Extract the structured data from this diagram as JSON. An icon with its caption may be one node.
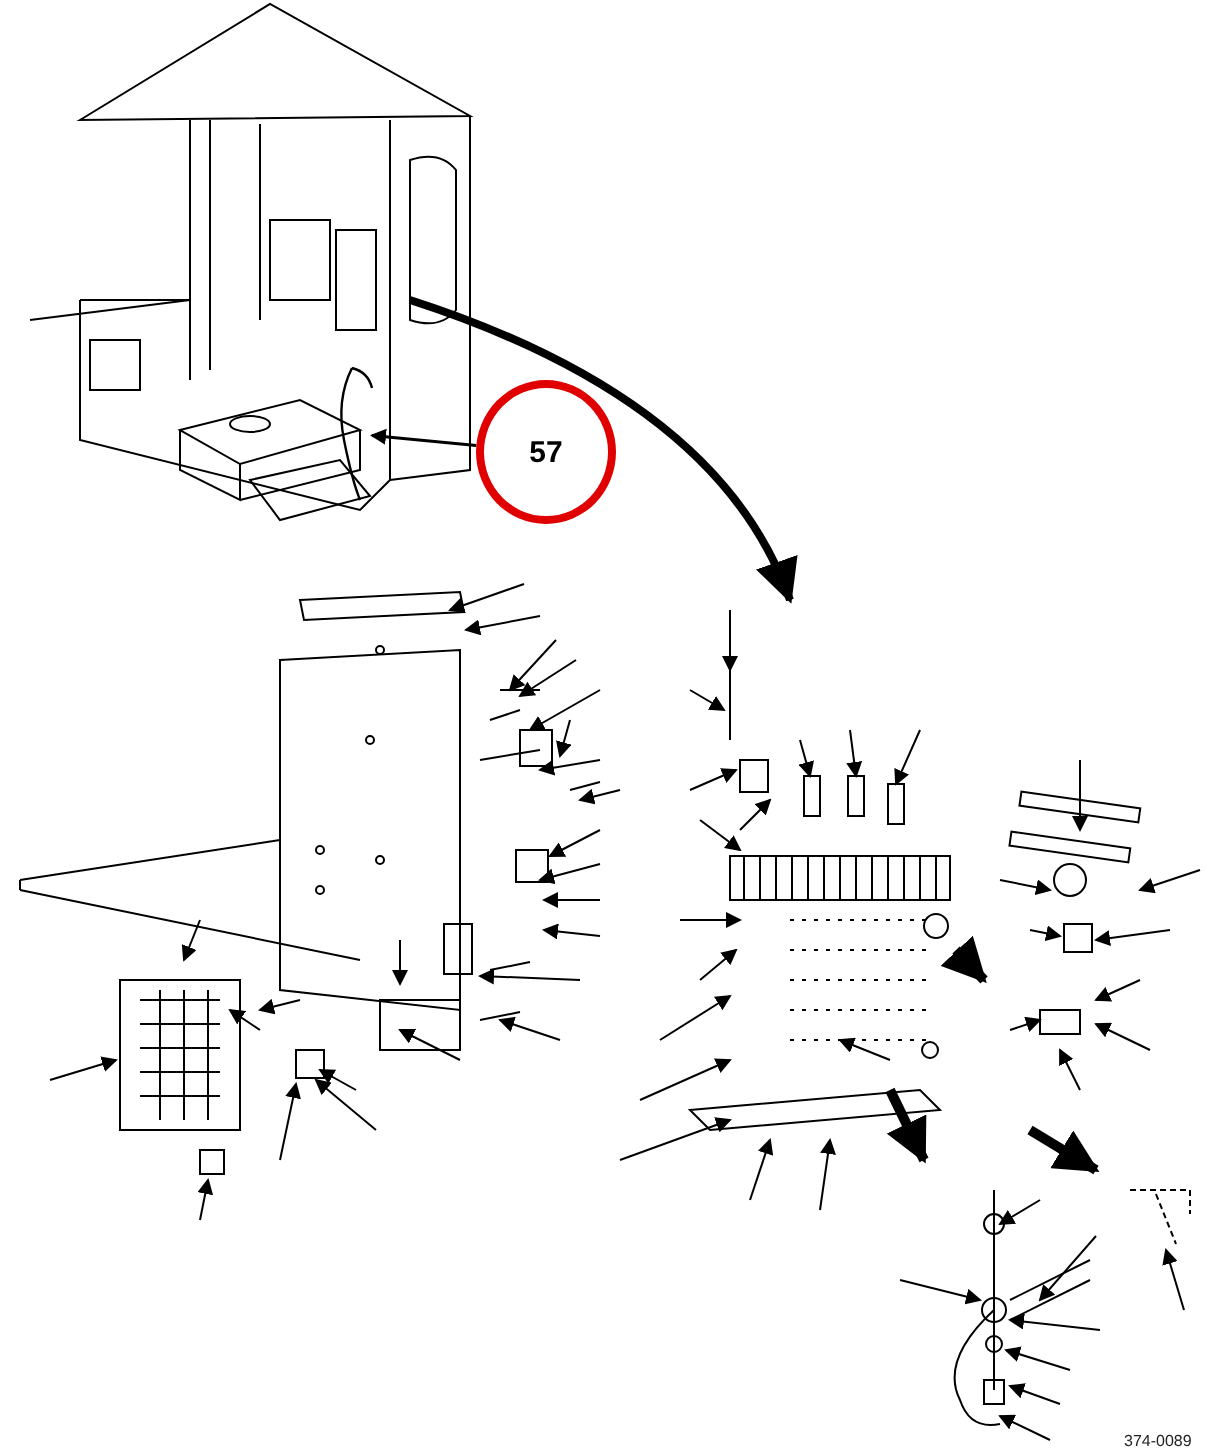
{
  "diagram": {
    "nodes": [
      {
        "text": [
          "57"
        ]
      },
      {
        "text": [],
        "shape": "picture"
      }
    ],
    "edges": [
      {
        "from": 0,
        "to": 1,
        "arrow": "to"
      }
    ],
    "labels": [
      "374-0089"
    ]
  }
}
